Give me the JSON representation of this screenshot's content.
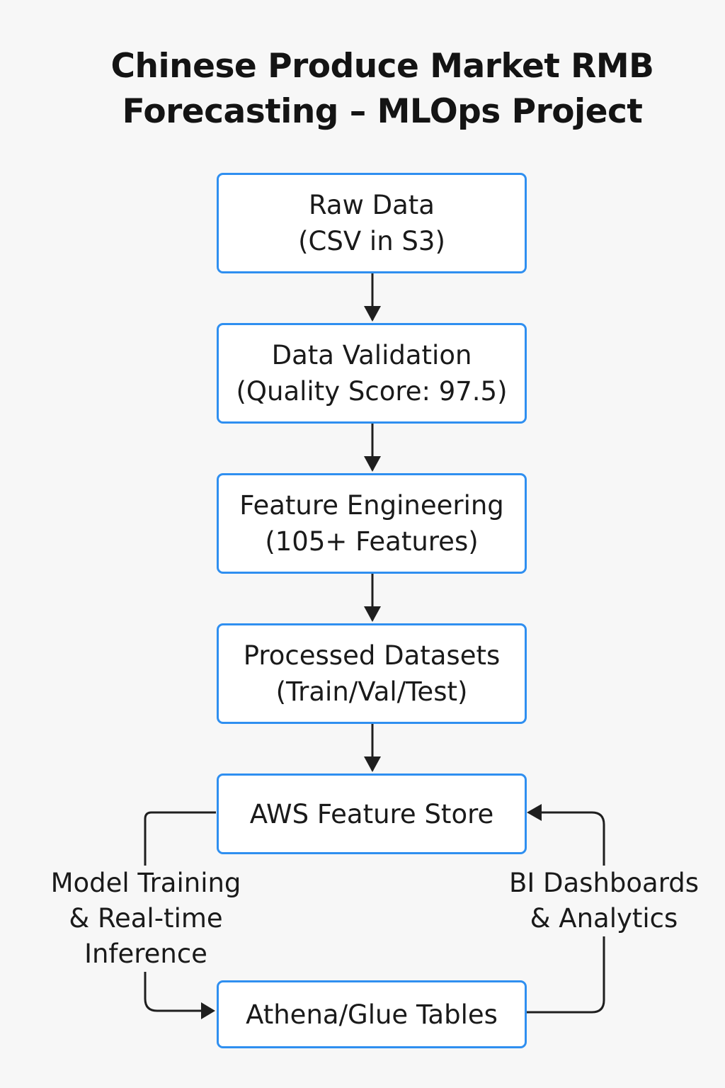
{
  "title": {
    "line1": "Chinese Produce Market RMB",
    "line2": "Forecasting – MLOps Project"
  },
  "nodes": {
    "raw_data": {
      "line1": "Raw Data",
      "line2": "(CSV in S3)"
    },
    "data_validation": {
      "line1": "Data Validation",
      "line2": "(Quality Score: 97.5)"
    },
    "feature_engineering": {
      "line1": "Feature Engineering",
      "line2": "(105+ Features)"
    },
    "processed_datasets": {
      "line1": "Processed Datasets",
      "line2": "(Train/Val/Test)"
    },
    "feature_store": {
      "line1": "AWS Feature Store"
    },
    "athena_glue": {
      "line1": "Athena/Glue Tables"
    }
  },
  "edge_labels": {
    "model_training": {
      "line1": "Model Training",
      "line2": "& Real-time",
      "line3": "Inference"
    },
    "bi_dashboards": {
      "line1": "BI Dashboards",
      "line2": "& Analytics"
    }
  },
  "colors": {
    "box_border": "#2f8ff0",
    "arrow": "#1f1f1f",
    "background": "#f7f7f7"
  }
}
